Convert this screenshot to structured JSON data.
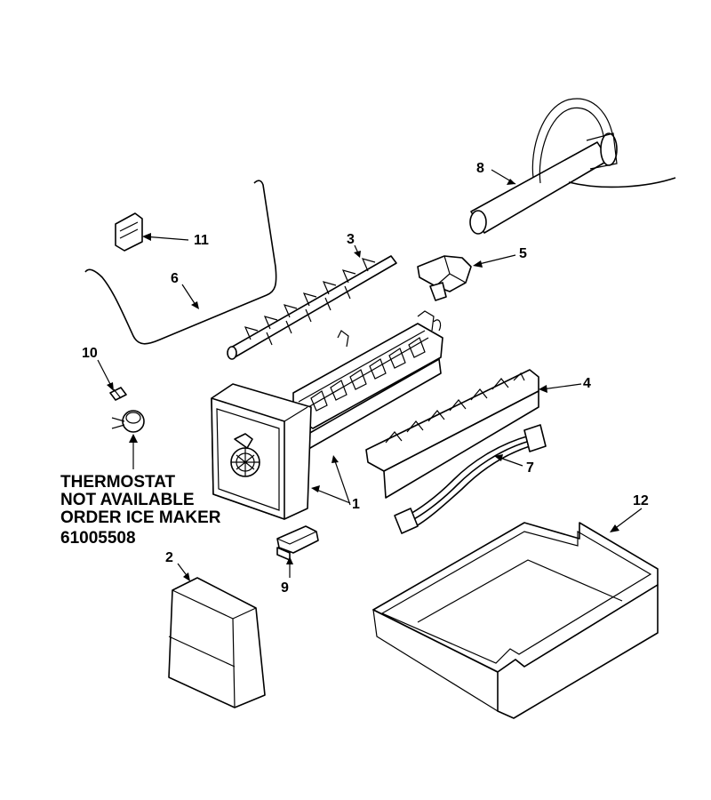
{
  "labels": {
    "part_1": "1",
    "part_2": "2",
    "part_3": "3",
    "part_4": "4",
    "part_5": "5",
    "part_6": "6",
    "part_7": "7",
    "part_8": "8",
    "part_9": "9",
    "part_10": "10",
    "part_11": "11",
    "part_12": "12"
  },
  "note": {
    "line1": "THERMOSTAT",
    "line2": "NOT AVAILABLE",
    "line3": "ORDER ICE MAKER",
    "line4": "61005508"
  }
}
